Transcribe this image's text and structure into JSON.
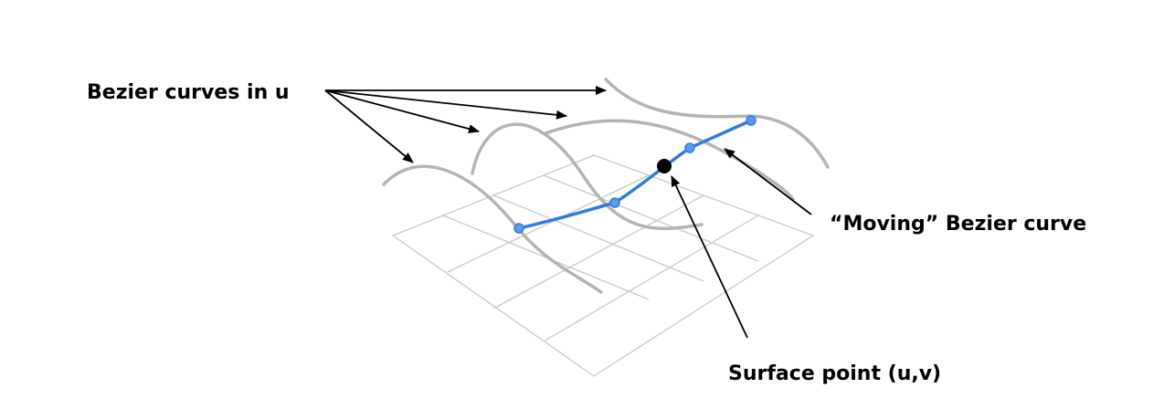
{
  "labels": {
    "bezier_curves_u": "Bezier curves in u",
    "moving_curve": "“Moving” Bezier curve",
    "surface_point": "Surface point (u,v)"
  },
  "colors": {
    "moving_curve": "#2f7be6",
    "control_point_fill": "#5a9bf0",
    "surface_point": "#000000",
    "u_curves": "#b4b4b4",
    "grid": "#c8c8c8",
    "text": "#000000"
  }
}
